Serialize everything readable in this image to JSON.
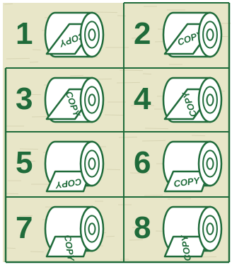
{
  "diagram": {
    "colors": {
      "background": "#e8e6c8",
      "texture": "#d7d4b3",
      "ink": "#1f6b3a",
      "paper": "#ffffff"
    },
    "panels": [
      {
        "number": "1",
        "label": "COPY",
        "paper": "bottom-front",
        "text_rotation": 180
      },
      {
        "number": "2",
        "label": "COPY",
        "paper": "bottom-front",
        "text_rotation": 0
      },
      {
        "number": "3",
        "label": "COPY",
        "paper": "bottom-front",
        "text_rotation": 90
      },
      {
        "number": "4",
        "label": "COPY",
        "paper": "bottom-front",
        "text_rotation": -90
      },
      {
        "number": "5",
        "label": "COPY",
        "paper": "front-down",
        "text_rotation": 180
      },
      {
        "number": "6",
        "label": "COPY",
        "paper": "front-down",
        "text_rotation": 0
      },
      {
        "number": "7",
        "label": "COPY",
        "paper": "front-down",
        "text_rotation": 90
      },
      {
        "number": "8",
        "label": "COPY",
        "paper": "front-down",
        "text_rotation": -90
      }
    ]
  }
}
